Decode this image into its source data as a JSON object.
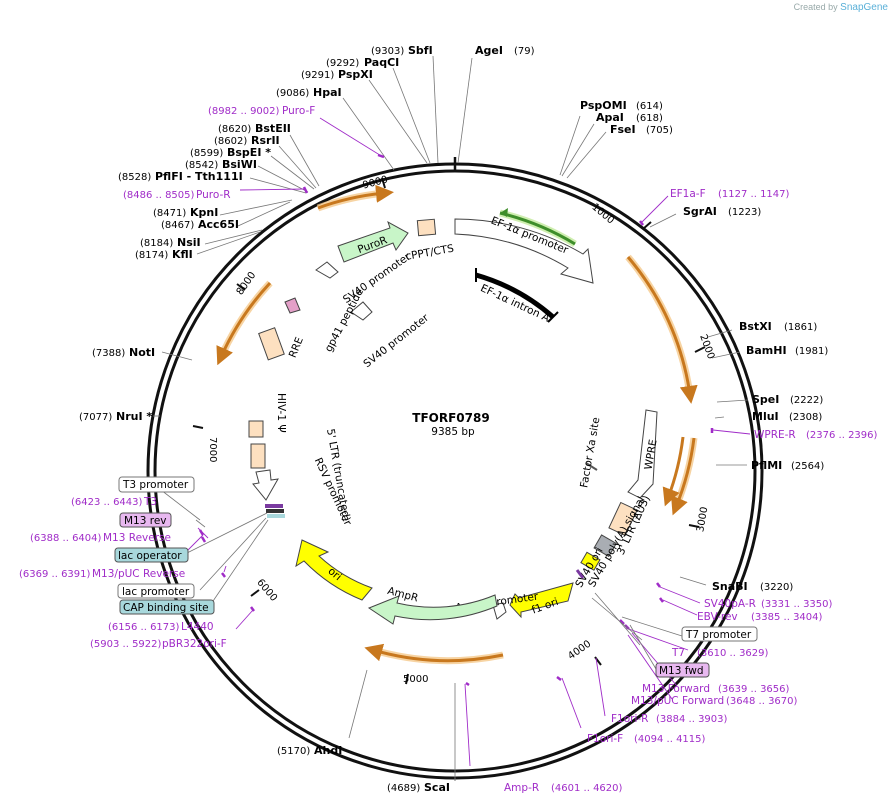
{
  "credit": {
    "prefix": "Created by",
    "brand": "SnapGene"
  },
  "plasmid": {
    "name": "TFORF0789",
    "length": "9385 bp"
  },
  "ticks": [
    "1000",
    "2000",
    "3000",
    "4000",
    "5000",
    "6000",
    "7000",
    "8000",
    "9000"
  ],
  "enzymes": [
    {
      "name": "SbfI",
      "pos": "(9303)"
    },
    {
      "name": "AgeI",
      "pos": "(79)"
    },
    {
      "name": "PaqCI",
      "pos": "(9292)"
    },
    {
      "name": "PspXI",
      "pos": "(9291)"
    },
    {
      "name": "HpaI",
      "pos": "(9086)"
    },
    {
      "name": "PspOMI",
      "pos": "(614)"
    },
    {
      "name": "ApaI",
      "pos": "(618)"
    },
    {
      "name": "FseI",
      "pos": "(705)"
    },
    {
      "name": "BstEII",
      "pos": "(8620)"
    },
    {
      "name": "RsrII",
      "pos": "(8602)"
    },
    {
      "name": "BspEI *",
      "pos": "(8599)"
    },
    {
      "name": "BsiWI",
      "pos": "(8542)"
    },
    {
      "name": "PflFI - Tth111I",
      "pos": "(8528)"
    },
    {
      "name": "SgrAI",
      "pos": "(1223)"
    },
    {
      "name": "KpnI",
      "pos": "(8471)"
    },
    {
      "name": "Acc65I",
      "pos": "(8467)"
    },
    {
      "name": "NsiI",
      "pos": "(8184)"
    },
    {
      "name": "KflI",
      "pos": "(8174)"
    },
    {
      "name": "BstXI",
      "pos": "(1861)"
    },
    {
      "name": "BamHI",
      "pos": "(1981)"
    },
    {
      "name": "NotI",
      "pos": "(7388)"
    },
    {
      "name": "SpeI",
      "pos": "(2222)"
    },
    {
      "name": "MluI",
      "pos": "(2308)"
    },
    {
      "name": "NruI *",
      "pos": "(7077)"
    },
    {
      "name": "PflMI",
      "pos": "(2564)"
    },
    {
      "name": "SnaBI",
      "pos": "(3220)"
    },
    {
      "name": "AhdI",
      "pos": "(5170)"
    },
    {
      "name": "ScaI",
      "pos": "(4689)"
    }
  ],
  "primers": [
    {
      "name": "Puro-F",
      "pos": "(8982 .. 9002)"
    },
    {
      "name": "Puro-R",
      "pos": "(8486 .. 8505)"
    },
    {
      "name": "EF1a-F",
      "pos": "(1127 .. 1147)"
    },
    {
      "name": "WPRE-R",
      "pos": "(2376 .. 2396)"
    },
    {
      "name": "T3",
      "pos": "(6423 .. 6443)"
    },
    {
      "name": "M13 Reverse",
      "pos": "(6388 .. 6404)"
    },
    {
      "name": "M13/pUC Reverse",
      "pos": "(6369 .. 6391)"
    },
    {
      "name": "L4440",
      "pos": "(6156 .. 6173)"
    },
    {
      "name": "pBR322ori-F",
      "pos": "(5903 .. 5922)"
    },
    {
      "name": "SV40pA-R",
      "pos": "(3331 .. 3350)"
    },
    {
      "name": "EBV-rev",
      "pos": "(3385 .. 3404)"
    },
    {
      "name": "T7",
      "pos": "(3610 .. 3629)"
    },
    {
      "name": "M13 Forward",
      "pos": "(3639 .. 3656)"
    },
    {
      "name": "M13/pUC Forward",
      "pos": "(3648 .. 3670)"
    },
    {
      "name": "F1ori-R",
      "pos": "(3884 .. 3903)"
    },
    {
      "name": "F1ori-F",
      "pos": "(4094 .. 4115)"
    },
    {
      "name": "Amp-R",
      "pos": "(4601 .. 4620)"
    }
  ],
  "boxes": [
    "T3 promoter",
    "M13 rev",
    "lac operator",
    "lac promoter",
    "CAP binding site",
    "T7 promoter",
    "M13 fwd"
  ],
  "features": {
    "ef1a": "EF-1α promoter",
    "intron": "EF-1α intron A",
    "cppt": "cPPT/CTS",
    "puror": "PuroR",
    "sv40p1": "SV40 promoter",
    "sv40p2": "SV40 promoter",
    "gp41": "gp41 peptide",
    "rre": "RRE",
    "psi": "HIV-1 Ψ",
    "ltr5": "5' LTR (truncated)",
    "rsv": "RSV promoter",
    "wpre": "WPRE",
    "factorxa": "Factor Xa site",
    "ltr3": "3' LTR (ΔU3)",
    "sv40polya": "SV40 poly(A) signal",
    "sv40ori": "SV40 ori",
    "f1ori": "f1 ori",
    "ampprom": "AmpR promoter",
    "ampr": "AmpR",
    "ori": "ori"
  },
  "colors": {
    "primer": "#a02cc8",
    "orf_orange": "#c8781e",
    "puror_green": "#c8f5c8",
    "ampr_green": "#c8f5c8",
    "yellow": "#ffff00",
    "peach": "#fde0c0",
    "lac_box": "#a8d8dc",
    "m13_box": "#e8b8f0"
  }
}
